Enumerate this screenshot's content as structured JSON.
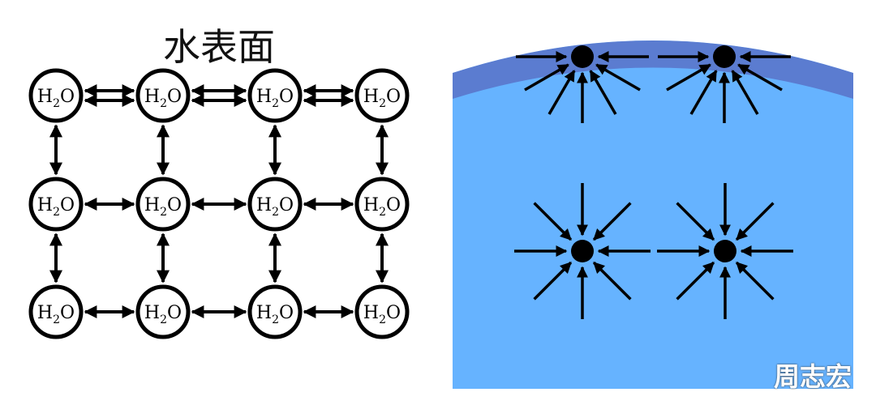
{
  "left_panel": {
    "title": "水表面",
    "molecule": {
      "main": "H",
      "sub": "2",
      "tail": "O"
    },
    "rows": 3,
    "cols": 4
  },
  "right_panel": {
    "watermark": "周志宏"
  },
  "colors": {
    "water_fill": "#66b3ff",
    "surface_layer": "#5b7cd0",
    "ink": "#000000"
  }
}
